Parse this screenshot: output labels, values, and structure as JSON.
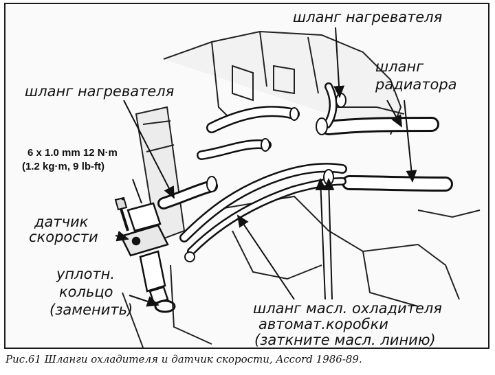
{
  "labels": {
    "heater_hose_top": "шланг нагревателя",
    "heater_hose_left": "шланг нагревателя",
    "radiator_hose_1": "шланг",
    "radiator_hose_2": "радиатора",
    "bolt_spec_1": "6 x 1.0 mm 12 N·m",
    "bolt_spec_2": "(1.2 kg·m, 9 lb-ft)",
    "speed_sensor_1": "датчик",
    "speed_sensor_2": "скорости",
    "oring_1": "уплотн.",
    "oring_2": "кольцо",
    "oring_3": "(заменить)",
    "oil_cooler_1": "шланг масл. охладителя",
    "oil_cooler_2": "автомат.коробки",
    "oil_cooler_3": "(заткните масл. линию)"
  },
  "caption": "Рис.61  Шланги охладителя и датчик скорости, Accord 1986-89."
}
